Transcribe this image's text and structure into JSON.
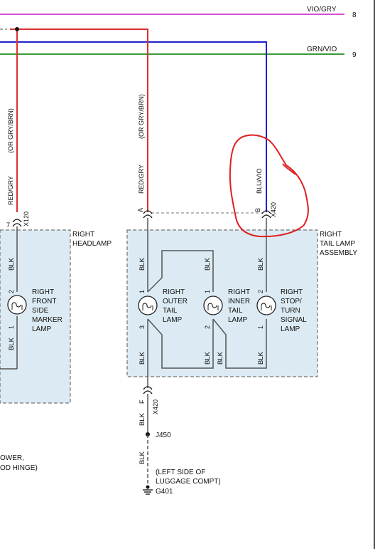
{
  "wires": {
    "vio_gry": {
      "label": "VIO/GRY",
      "pin": "8",
      "color": "#d44fd4"
    },
    "grn_vio": {
      "label": "GRN/VIO",
      "pin": "9",
      "color": "#3a9a3a"
    },
    "red_gry_a": {
      "label": "RED/GRY",
      "alt": "(OR GRY/BRN)",
      "color": "#e03030"
    },
    "red_gry_b": {
      "label": "RED/GRY",
      "alt": "(OR GRY/BRN)",
      "color": "#e03030"
    },
    "blu_vio": {
      "label": "BLU/VIO",
      "color": "#2020d0"
    },
    "blk": {
      "label": "BLK",
      "color": "#555555"
    }
  },
  "connectors": {
    "x120": {
      "name": "X120",
      "pin": "7"
    },
    "x420_a": {
      "name": "X420",
      "pin": "A"
    },
    "x420_b": {
      "name": "X420",
      "pin": "B"
    },
    "x420_f": {
      "name": "X420",
      "pin": "F"
    }
  },
  "components": {
    "headlamp": {
      "title_l1": "RIGHT",
      "title_l2": "HEADLAMP"
    },
    "tail_assembly": {
      "title_l1": "RIGHT",
      "title_l2": "TAIL LAMP",
      "title_l3": "ASSEMBLY"
    },
    "front_side_marker": {
      "l1": "RIGHT",
      "l2": "FRONT",
      "l3": "SIDE",
      "l4": "MARKER",
      "l5": "LAMP",
      "pin_top": "2",
      "pin_bot": "1"
    },
    "outer_tail": {
      "l1": "RIGHT",
      "l2": "OUTER",
      "l3": "TAIL",
      "l4": "LAMP",
      "pin_top": "1",
      "pin_bot": "3"
    },
    "inner_tail": {
      "l1": "RIGHT",
      "l2": "INNER",
      "l3": "TAIL",
      "l4": "LAMP",
      "pin_top": "1",
      "pin_bot": "2"
    },
    "stop_turn": {
      "l1": "RIGHT",
      "l2": "STOP/",
      "l3": "TURN",
      "l4": "SIGNAL",
      "l5": "LAMP",
      "pin_top": "2",
      "pin_bot": "1"
    }
  },
  "splice": {
    "name": "J450"
  },
  "ground": {
    "name": "G401",
    "loc_l1": "(LEFT SIDE OF",
    "loc_l2": "LUGGAGE COMPT)"
  },
  "left_note": {
    "l1": "OWER,",
    "l2": "OD HINGE)"
  },
  "annotation": {
    "color": "#e02020"
  }
}
